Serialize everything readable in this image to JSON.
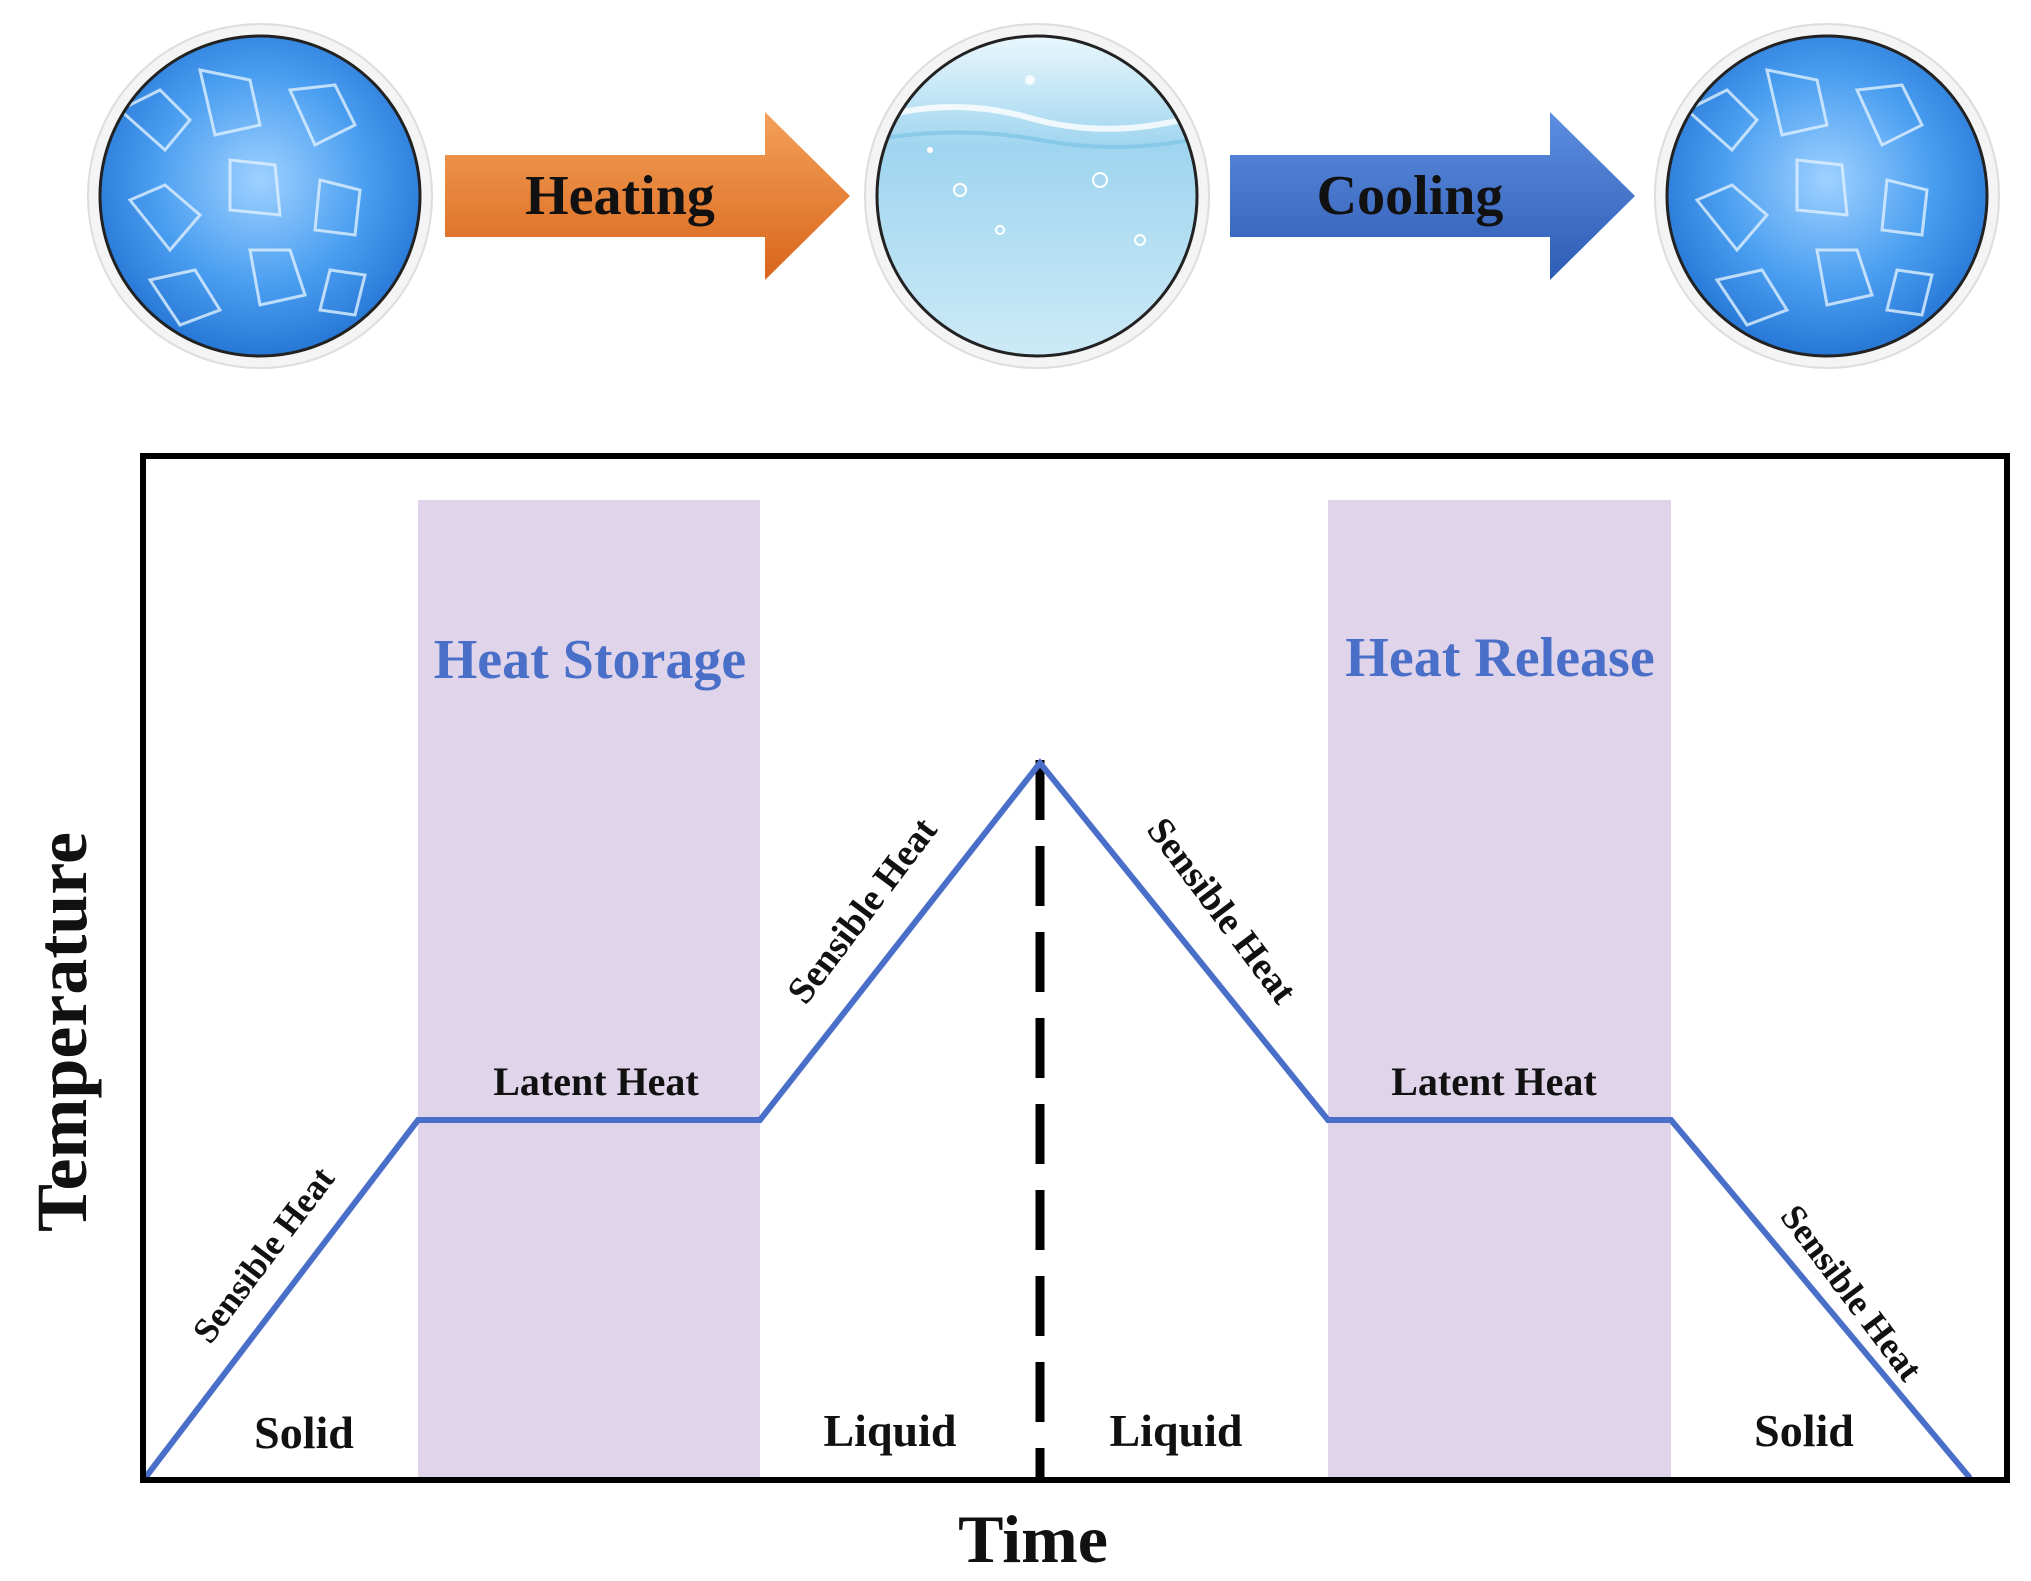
{
  "process": {
    "heating_label": "Heating",
    "cooling_label": "Cooling",
    "states": [
      "solid",
      "liquid",
      "solid"
    ],
    "colors": {
      "heating_arrow": "#e87a2a",
      "cooling_arrow": "#3d6ec8",
      "ice": "#3a8ee6",
      "water": "#bfe4f5"
    }
  },
  "chart": {
    "axis_x_label": "Time",
    "axis_y_label": "Temperature",
    "storage_title": "Heat Storage",
    "release_title": "Heat Release",
    "segment_labels": {
      "sensible_1": "Sensible Heat",
      "latent_1": "Latent Heat",
      "sensible_2": "Sensible Heat",
      "sensible_3": "Sensible Heat",
      "latent_2": "Latent Heat",
      "sensible_4": "Sensible Heat"
    },
    "phase_labels": {
      "solid_left": "Solid",
      "liquid_left": "Liquid",
      "liquid_right": "Liquid",
      "solid_right": "Solid"
    },
    "colors": {
      "curve": "#4a6fc9",
      "band": "#e0d4ea",
      "band_title": "#4a6fc9",
      "frame": "#000000",
      "text": "#111111"
    }
  }
}
